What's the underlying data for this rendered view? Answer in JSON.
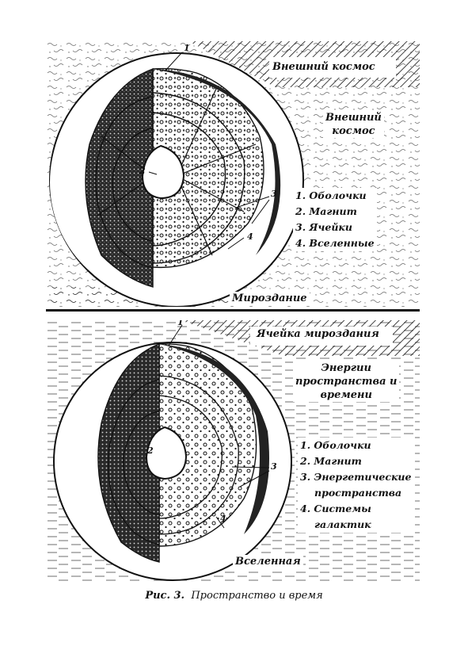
{
  "top": {
    "outer_space_hatched": "Внешний космос",
    "outer_space_side": [
      "Внешний",
      "космос"
    ],
    "bottom_label": "Мироздание",
    "legend": [
      "1. Оболочки",
      "2. Магнит",
      "3. Ячейки",
      "4. Вселенные"
    ],
    "numbers": [
      "1",
      "2",
      "3",
      "4"
    ]
  },
  "bottom": {
    "hatched_label": "Ячейка мироздания",
    "side_label": [
      "Энергии",
      "пространства и",
      "времени"
    ],
    "bottom_label": "Вселенная",
    "legend": [
      "1. Оболочки",
      "2. Магнит",
      "3. Энергетические",
      "пространства",
      "4. Системы",
      "галактик"
    ],
    "numbers": [
      "1",
      "2",
      "3",
      "4"
    ]
  },
  "caption": {
    "prefix": "Рис. 3.",
    "text": "Пространство и время"
  }
}
